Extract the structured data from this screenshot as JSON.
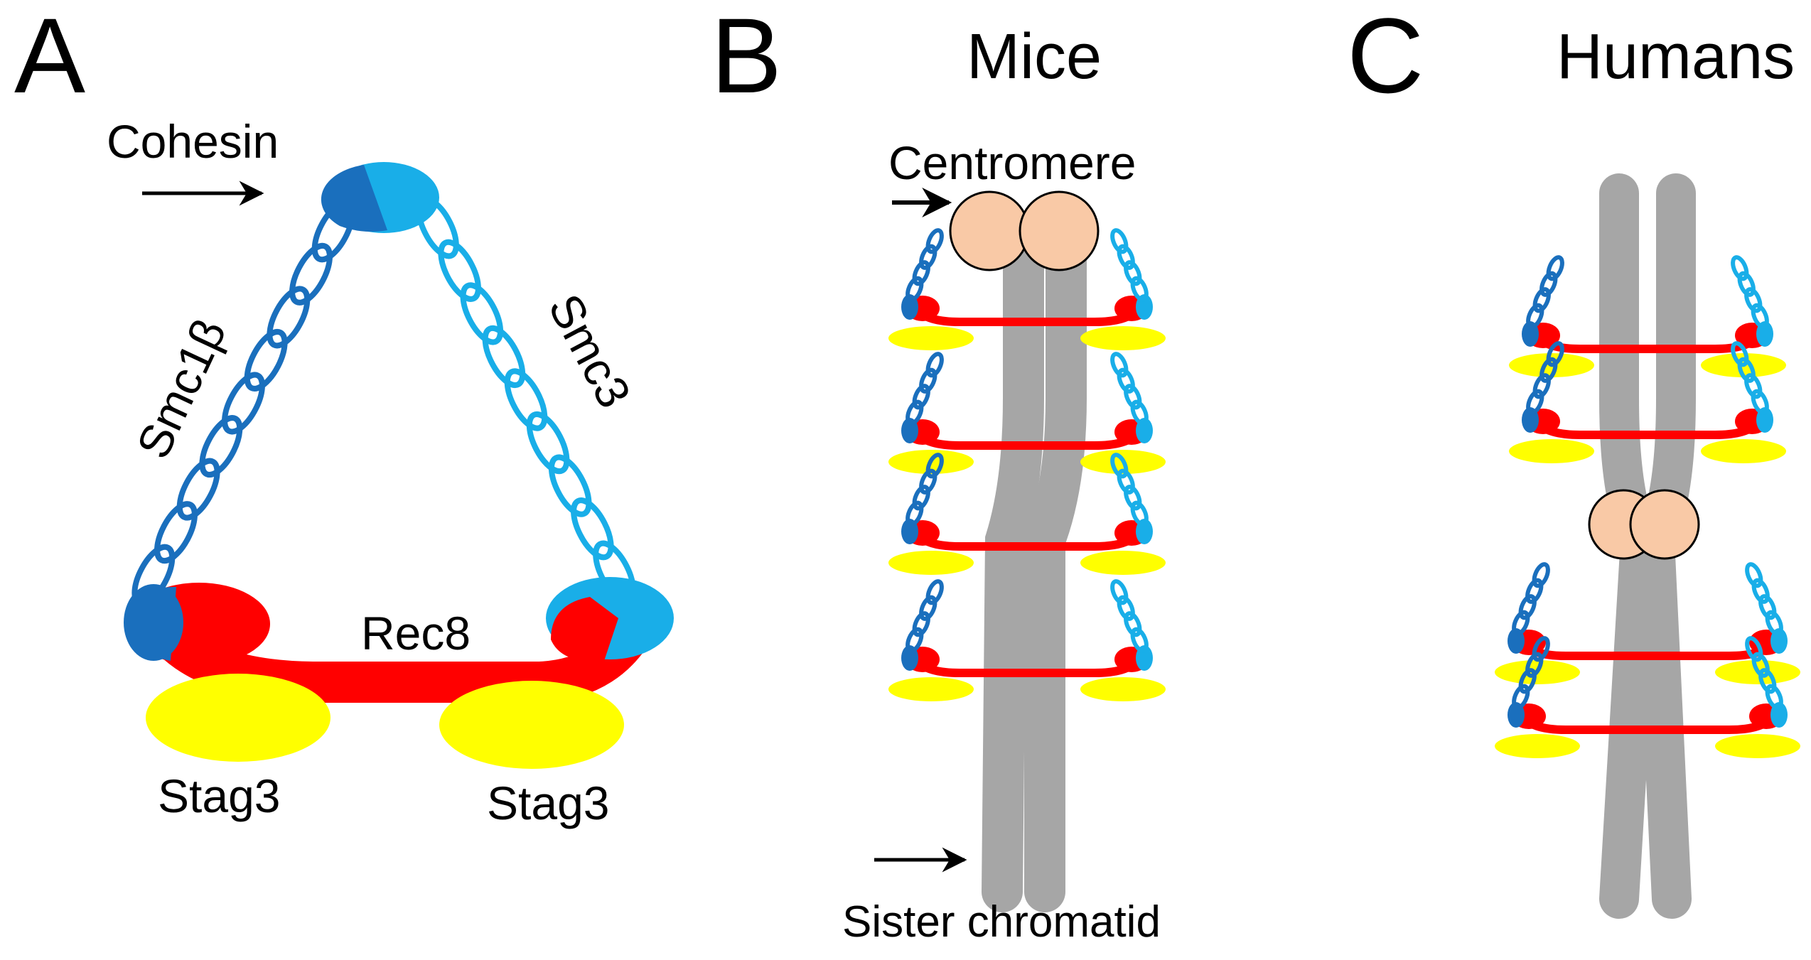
{
  "panels": {
    "a": {
      "letter": "A"
    },
    "b": {
      "letter": "B",
      "title": "Mice"
    },
    "c": {
      "letter": "C",
      "title": "Humans"
    }
  },
  "labels": {
    "cohesin": "Cohesin",
    "smc1": "Smc1β",
    "smc3": "Smc3",
    "rec8": "Rec8",
    "stag3_left": "Stag3",
    "stag3_right": "Stag3",
    "centromere": "Centromere",
    "sister_chromatid": "Sister chromatid"
  },
  "colors": {
    "smc1_dark": "#1a6fbd",
    "smc3_light": "#19aee8",
    "rec8": "#ff0000",
    "stag3": "#ffff00",
    "chromatid": "#a6a6a6",
    "centromere": "#f9c9a6"
  },
  "mice_cohesin_rings": 4,
  "humans_cohesin_rings": {
    "above_centromere": 2,
    "below_centromere": 2
  }
}
